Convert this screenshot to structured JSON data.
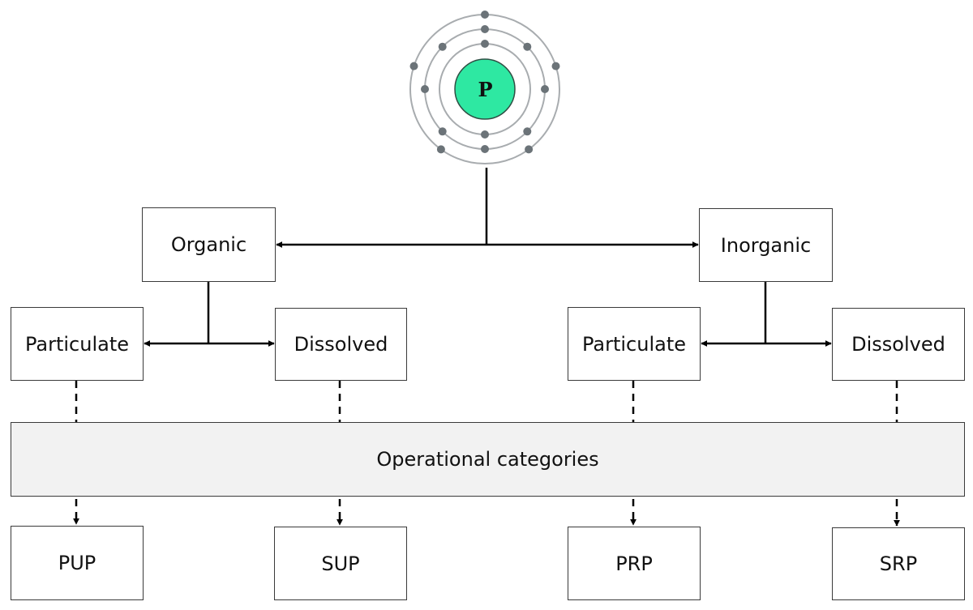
{
  "diagram": {
    "title": "Phosphorus forms and operational categories",
    "colors": {
      "nucleus_fill": "#2EE8A2",
      "nucleus_stroke": "#2f4f44",
      "electron": "#6b7378",
      "orbit": "#a8acaf",
      "line": "#000000",
      "band_fill": "#f2f2f2"
    },
    "atom": {
      "element_symbol": "P",
      "shells": [
        {
          "name": "inner",
          "electrons": 2
        },
        {
          "name": "middle",
          "electrons": 8
        },
        {
          "name": "outer",
          "electrons": 5
        }
      ]
    },
    "level1": {
      "organic": "Organic",
      "inorganic": "Inorganic"
    },
    "level2": {
      "organic_particulate": "Particulate",
      "organic_dissolved": "Dissolved",
      "inorganic_particulate": "Particulate",
      "inorganic_dissolved": "Dissolved"
    },
    "band": {
      "label": "Operational categories"
    },
    "level3": {
      "pup": "PUP",
      "sup": "SUP",
      "prp": "PRP",
      "srp": "SRP"
    }
  }
}
